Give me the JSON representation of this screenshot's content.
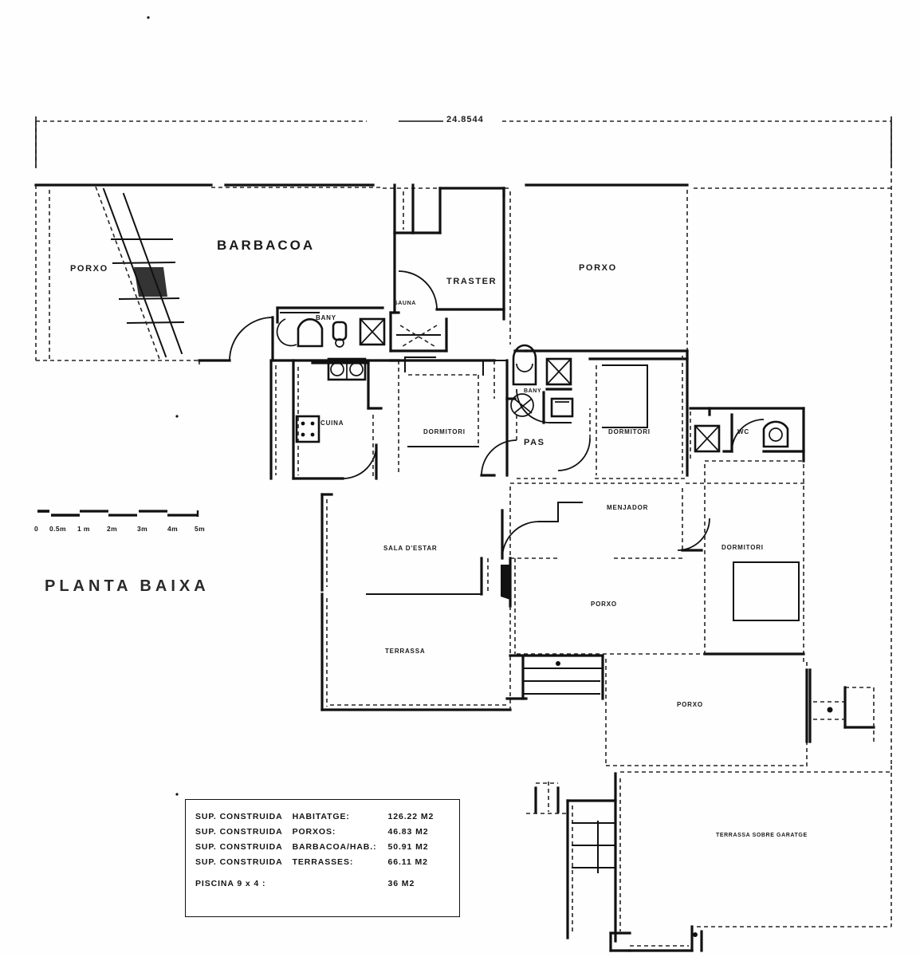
{
  "drawing": {
    "title": "PLANTA BAIXA",
    "top_dimension": "24.8544"
  },
  "scale_bar": {
    "ticks": [
      {
        "label": "0"
      },
      {
        "label": "0.5m"
      },
      {
        "label": "1 m"
      },
      {
        "label": "2m"
      },
      {
        "label": "3m"
      },
      {
        "label": "4m"
      },
      {
        "label": "5m"
      }
    ]
  },
  "rooms": [
    {
      "id": "porxo-left",
      "label": "PORXO"
    },
    {
      "id": "barbacoa",
      "label": "BARBACOA"
    },
    {
      "id": "traster",
      "label": "TRASTER"
    },
    {
      "id": "sauna",
      "label": "SAUNA"
    },
    {
      "id": "bany-barbacoa",
      "label": "BANY"
    },
    {
      "id": "porxo-top-right",
      "label": "PORXO"
    },
    {
      "id": "cuina",
      "label": "CUINA"
    },
    {
      "id": "dormitori-1",
      "label": "DORMITORI"
    },
    {
      "id": "bany-pas",
      "label": "BANY"
    },
    {
      "id": "pas",
      "label": "PAS"
    },
    {
      "id": "dormitori-2",
      "label": "DORMITORI"
    },
    {
      "id": "wc",
      "label": "WC"
    },
    {
      "id": "menjador",
      "label": "MENJADOR"
    },
    {
      "id": "dormitori-3",
      "label": "DORMITORI"
    },
    {
      "id": "sala-estar",
      "label": "SALA D'ESTAR"
    },
    {
      "id": "porxo-center",
      "label": "PORXO"
    },
    {
      "id": "terrassa",
      "label": "TERRASSA"
    },
    {
      "id": "porxo-bottom",
      "label": "PORXO"
    },
    {
      "id": "terrassa-garatge",
      "label": "TERRASSA SOBRE GARATGE"
    }
  ],
  "legend": {
    "rows": [
      {
        "prefix": "SUP. CONSTRUIDA",
        "item": "HABITATGE:",
        "value": "126.22 M2"
      },
      {
        "prefix": "SUP. CONSTRUIDA",
        "item": "PORXOS:",
        "value": "46.83 M2"
      },
      {
        "prefix": "SUP. CONSTRUIDA",
        "item": "BARBACOA/HAB.:",
        "value": "50.91 M2"
      },
      {
        "prefix": "SUP. CONSTRUIDA",
        "item": "TERRASSES:",
        "value": "66.11 M2"
      },
      {
        "prefix": "PISCINA 9 x 4 :",
        "item": "",
        "value": "36 M2"
      }
    ]
  },
  "colors": {
    "ink": "#111111",
    "paper": "#ffffff"
  }
}
